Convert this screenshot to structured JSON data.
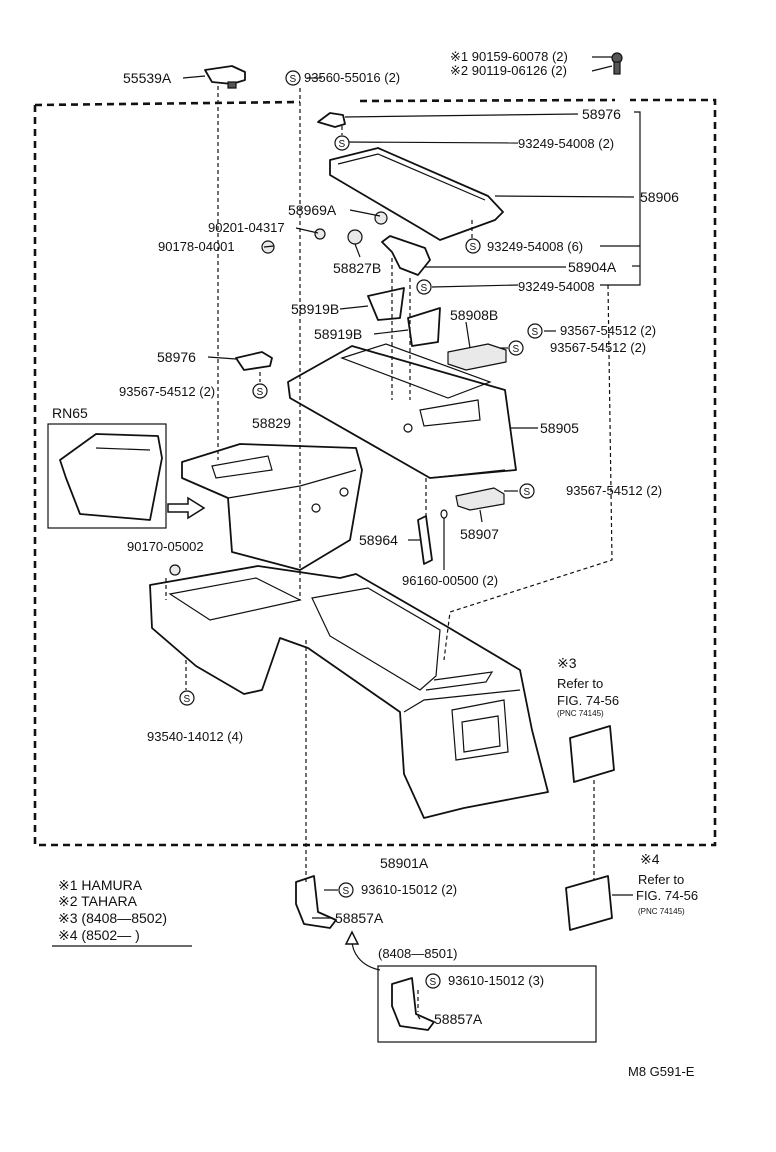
{
  "parts": {
    "p55539a": "55539A",
    "p93560": "93560-55016 (2)",
    "p190159": "※1 90159-60078 (2)",
    "p290119": "※2 90119-06126 (2)",
    "p58976_top": "58976",
    "p93249_a": "93249-54008 (2)",
    "p58906": "58906",
    "p58969a": "58969A",
    "p90201": "90201-04317",
    "p90178": "90178-04001",
    "p58827b": "58827B",
    "p93249_b": "93249-54008 (6)",
    "p58904a": "58904A",
    "p93249_c": "93249-54008",
    "p58919b_1": "58919B",
    "p58919b_2": "58919B",
    "p58908b": "58908B",
    "p93567_a": "93567-54512 (2)",
    "p93567_b": "93567-54512 (2)",
    "p58976_left": "58976",
    "p93567_c": "93567-54512 (2)",
    "pRN65": "RN65",
    "p58829": "58829",
    "p58905": "58905",
    "p93567_d": "93567-54512 (2)",
    "p58964": "58964",
    "p58907": "58907",
    "p90170": "90170-05002",
    "p96160": "96160-00500 (2)",
    "p93540": "93540-14012 (4)",
    "p58901a": "58901A",
    "p93610_a": "93610-15012 (2)",
    "p58857a_1": "58857A",
    "p8408_8501": "(8408—8501)",
    "p93610_b": "93610-15012 (3)",
    "p58857a_2": "58857A"
  },
  "refs": {
    "ref3_mark": "※3",
    "ref3_l1": "Refer to",
    "ref3_l2": "FIG. 74-56",
    "ref3_l3": "(PNC 74145)",
    "ref4_mark": "※4",
    "ref4_l1": "Refer to",
    "ref4_l2": "FIG. 74-56",
    "ref4_l3": "(PNC 74145)"
  },
  "legend": {
    "l1": "※1 HAMURA",
    "l2": "※2 TAHARA",
    "l3": "※3 (8408—8502)",
    "l4": "※4 (8502—       )"
  },
  "fig_code": "M8  G591-E",
  "s_symbol": "S"
}
